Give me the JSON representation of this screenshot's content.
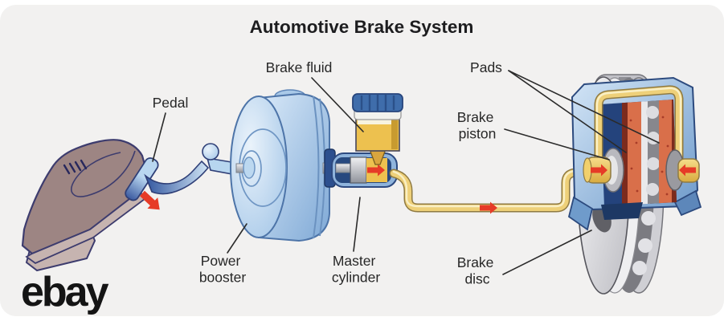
{
  "title": "Automotive Brake System",
  "brand": {
    "logo_text": "ebay"
  },
  "labels": {
    "pedal": "Pedal",
    "brake_fluid": "Brake fluid",
    "pads": "Pads",
    "brake_piston_line1": "Brake",
    "brake_piston_line2": "piston",
    "power_booster_line1": "Power",
    "power_booster_line2": "booster",
    "master_cylinder_line1": "Master",
    "master_cylinder_line2": "cylinder",
    "brake_disc_line1": "Brake",
    "brake_disc_line2": "disc"
  },
  "colors": {
    "background_panel": "#f2f1f0",
    "title_text": "#1d1d1f",
    "label_text": "#272727",
    "leader_line": "#2b2b2b",
    "red_arrow": "#e63b27",
    "brake_line_gold": "#eed079",
    "brake_line_outline": "#8f7a42",
    "brake_line_highlight": "#f9efc4",
    "booster_blue_light": "#d9e9f8",
    "booster_blue": "#7fa9d6",
    "caliper_blue_light": "#d3e5f6",
    "caliper_blue": "#6f9bcb",
    "caliper_window_navy": "#24437c",
    "pad_orange": "#d96f4a",
    "pad_backing_red": "#7c2b1d",
    "disc_gray_light": "#fbfbfc",
    "disc_gray": "#bdbdc3",
    "vent_gray_dark": "#7b7b81",
    "shoe_brown": "#9d8583",
    "shoe_sole": "#c6b4b0",
    "shoe_outline": "#3d3c6e",
    "pedal_blue": "#b9d7f0",
    "reservoir_gold": "#edc14f",
    "reservoir_cap_blue": "#3f6dab",
    "logo_black": "#141414"
  }
}
